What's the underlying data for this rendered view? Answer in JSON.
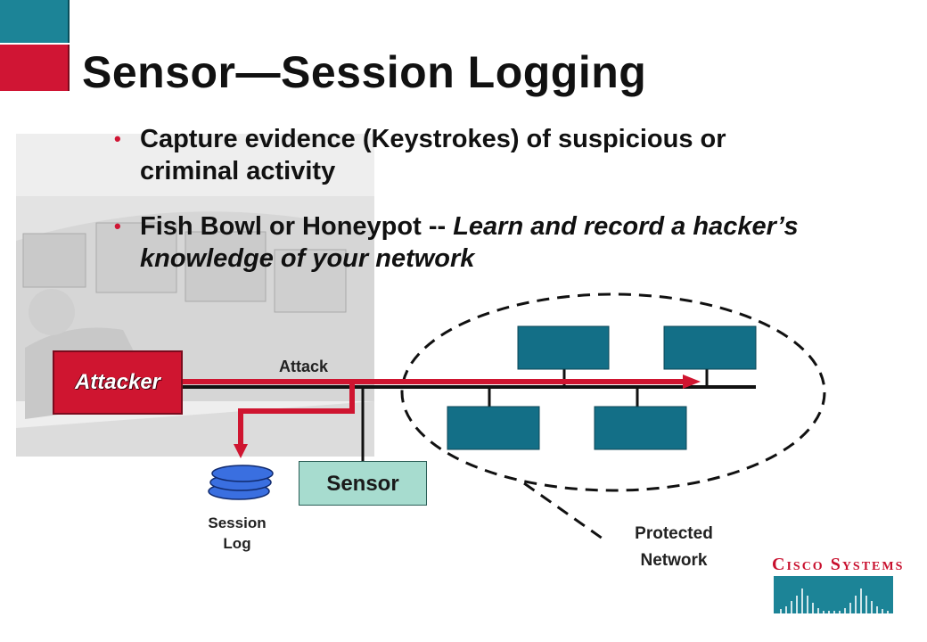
{
  "slide": {
    "title": "Sensor—Session Logging",
    "bullets": [
      {
        "text": "Capture evidence (Keystrokes) of suspicious or criminal activity"
      },
      {
        "text_plain": "Fish Bowl or Honeypot -- ",
        "text_italic": "Learn and record a hacker’s knowledge of your network"
      }
    ]
  },
  "diagram": {
    "attacker_label": "Attacker",
    "attack_label": "Attack",
    "sensor_label": "Sensor",
    "session_log_label": "Session Log",
    "protected_network_label": "Protected Network"
  },
  "logo": {
    "text_C": "C",
    "text_isco": "ISCO",
    "text_S": "S",
    "text_ystems": "YSTEMS"
  },
  "colors": {
    "accent_red": "#d01534",
    "accent_teal": "#1c8497",
    "host_blue": "#136f87",
    "sensor_fill": "#a7dccf",
    "log_blue": "#3a6fe0"
  }
}
